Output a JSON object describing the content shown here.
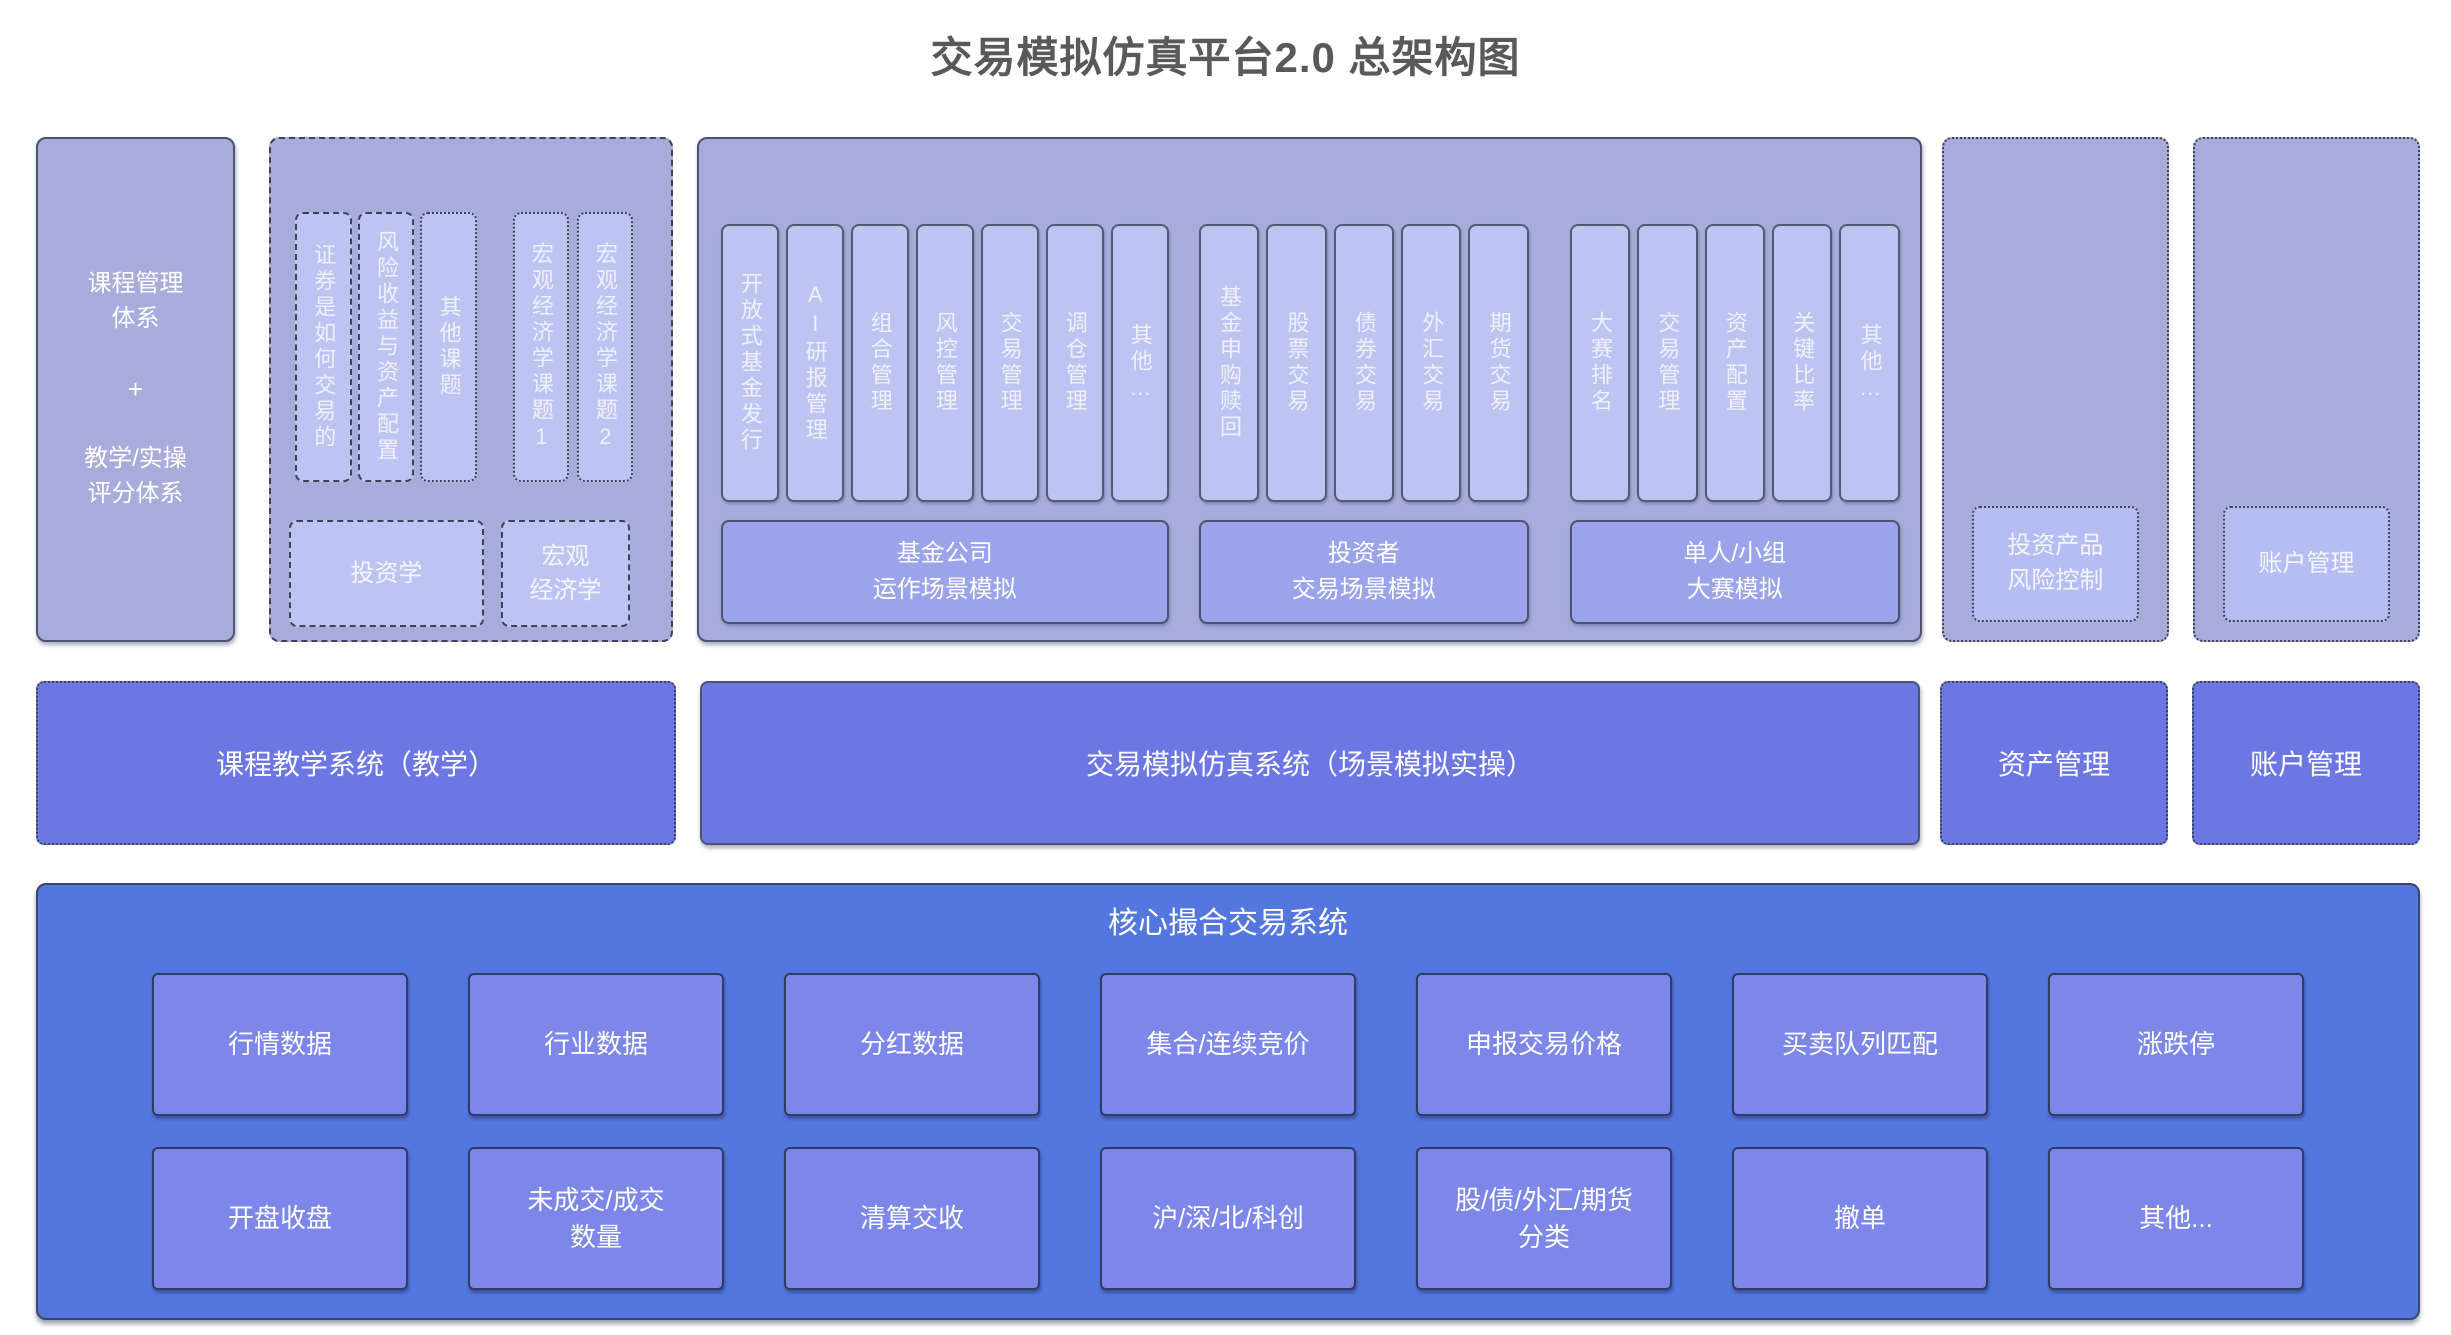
{
  "title": "交易模拟仿真平台2.0 总架构图",
  "colors": {
    "container_fill": "#a7acdb",
    "pill_fill": "#bec4f1",
    "scenario_fill": "#9ba3eb",
    "small_box_fill": "#b6bdf2",
    "system_row_fill": "#6c77e3",
    "core_fill": "#5477df",
    "core_item_fill": "#7d87ea",
    "border_dark": "#4d5270",
    "title_color": "#595959",
    "text_light": "#ffffff"
  },
  "teaching": {
    "course_panel": {
      "top": "课程管理\n体系",
      "plus": "+",
      "bottom": "教学/实操\n评分体系"
    },
    "topics": [
      {
        "label": "证券是如何交易的"
      },
      {
        "label": "风险收益与资产配置"
      },
      {
        "label": "其他课题"
      },
      {
        "label": "宏观经济学课题1"
      },
      {
        "label": "宏观经济学课题2"
      }
    ],
    "courses": [
      {
        "label": "投资学"
      },
      {
        "label": "宏观\n经济学"
      }
    ]
  },
  "sim": {
    "groups": [
      {
        "items": [
          "开放式基金发行",
          "AI研报管理",
          "组合管理",
          "风控管理",
          "交易管理",
          "调仓管理",
          "其他…"
        ],
        "label": "基金公司\n运作场景模拟"
      },
      {
        "items": [
          "基金申购赎回",
          "股票交易",
          "债券交易",
          "外汇交易",
          "期货交易"
        ],
        "label": "投资者\n交易场景模拟"
      },
      {
        "items": [
          "大赛排名",
          "交易管理",
          "资产配置",
          "关键比率",
          "其他…"
        ],
        "label": "单人/小组\n大赛模拟"
      }
    ]
  },
  "risk_panel": {
    "label": "投资产品\n风险控制"
  },
  "account_panel": {
    "label": "账户管理"
  },
  "systems": [
    {
      "label": "课程教学系统（教学）"
    },
    {
      "label": "交易模拟仿真系统（场景模拟实操）"
    },
    {
      "label": "资产管理"
    },
    {
      "label": "账户管理"
    }
  ],
  "core": {
    "title": "核心撮合交易系统",
    "row1": [
      "行情数据",
      "行业数据",
      "分红数据",
      "集合/连续竞价",
      "申报交易价格",
      "买卖队列匹配",
      "涨跌停"
    ],
    "row2": [
      "开盘收盘",
      "未成交/成交\n数量",
      "清算交收",
      "沪/深/北/科创",
      "股/债/外汇/期货\n分类",
      "撤单",
      "其他..."
    ]
  }
}
